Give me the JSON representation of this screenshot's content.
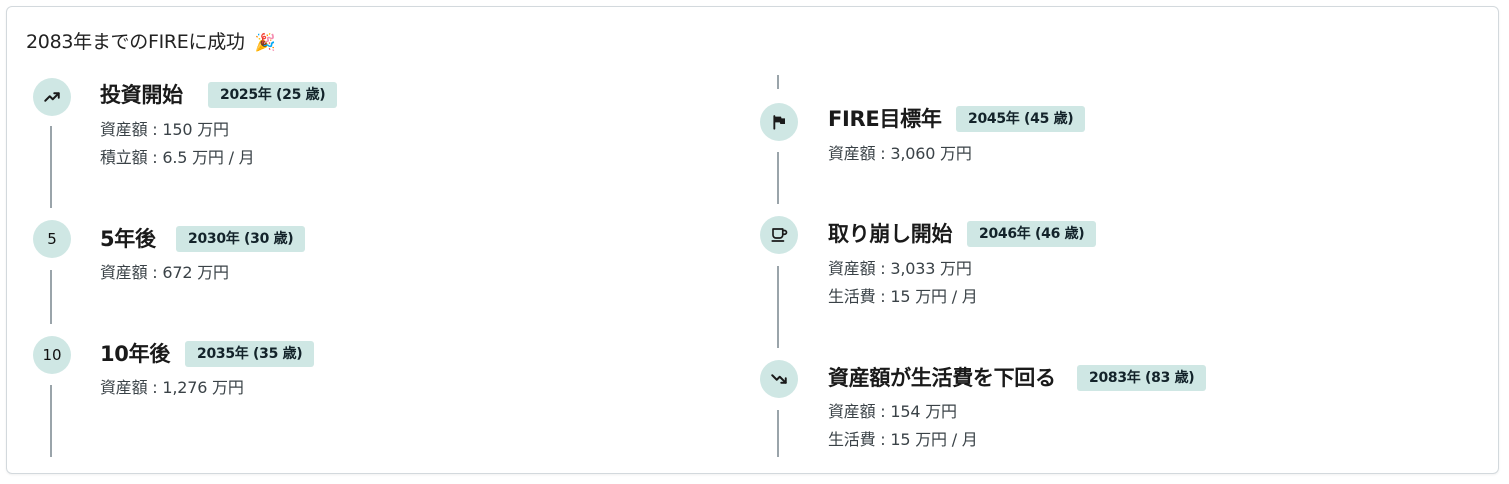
{
  "title": "2083年までのFIREに成功",
  "title_icon": "party-popper-icon",
  "title_emoji": "🎉",
  "colors": {
    "accent_bg": "#cfe7e4",
    "line": "#9aa4aa",
    "border": "#d3d9dd"
  },
  "timeline_left": [
    {
      "icon": "trending-up-icon",
      "heading": "投資開始",
      "badge": "2025年 (25 歳)",
      "details": [
        "資産額 : 150 万円",
        "積立額 : 6.5 万円 / 月"
      ]
    },
    {
      "node_label": "5",
      "heading": "5年後",
      "badge": "2030年 (30 歳)",
      "details": [
        "資産額 : 672 万円"
      ]
    },
    {
      "node_label": "10",
      "heading": "10年後",
      "badge": "2035年 (35 歳)",
      "details": [
        "資産額 : 1,276 万円"
      ]
    }
  ],
  "timeline_right": [
    {
      "icon": "flag-icon",
      "heading": "FIRE目標年",
      "badge": "2045年 (45 歳)",
      "details": [
        "資産額 : 3,060 万円"
      ]
    },
    {
      "icon": "coffee-cup-icon",
      "heading": "取り崩し開始",
      "badge": "2046年 (46 歳)",
      "details": [
        "資産額 : 3,033 万円",
        "生活費 : 15 万円 / 月"
      ]
    },
    {
      "icon": "trending-down-icon",
      "heading": "資産額が生活費を下回る",
      "badge": "2083年 (83 歳)",
      "details": [
        "資産額 : 154 万円",
        "生活費 : 15 万円 / 月"
      ]
    }
  ]
}
